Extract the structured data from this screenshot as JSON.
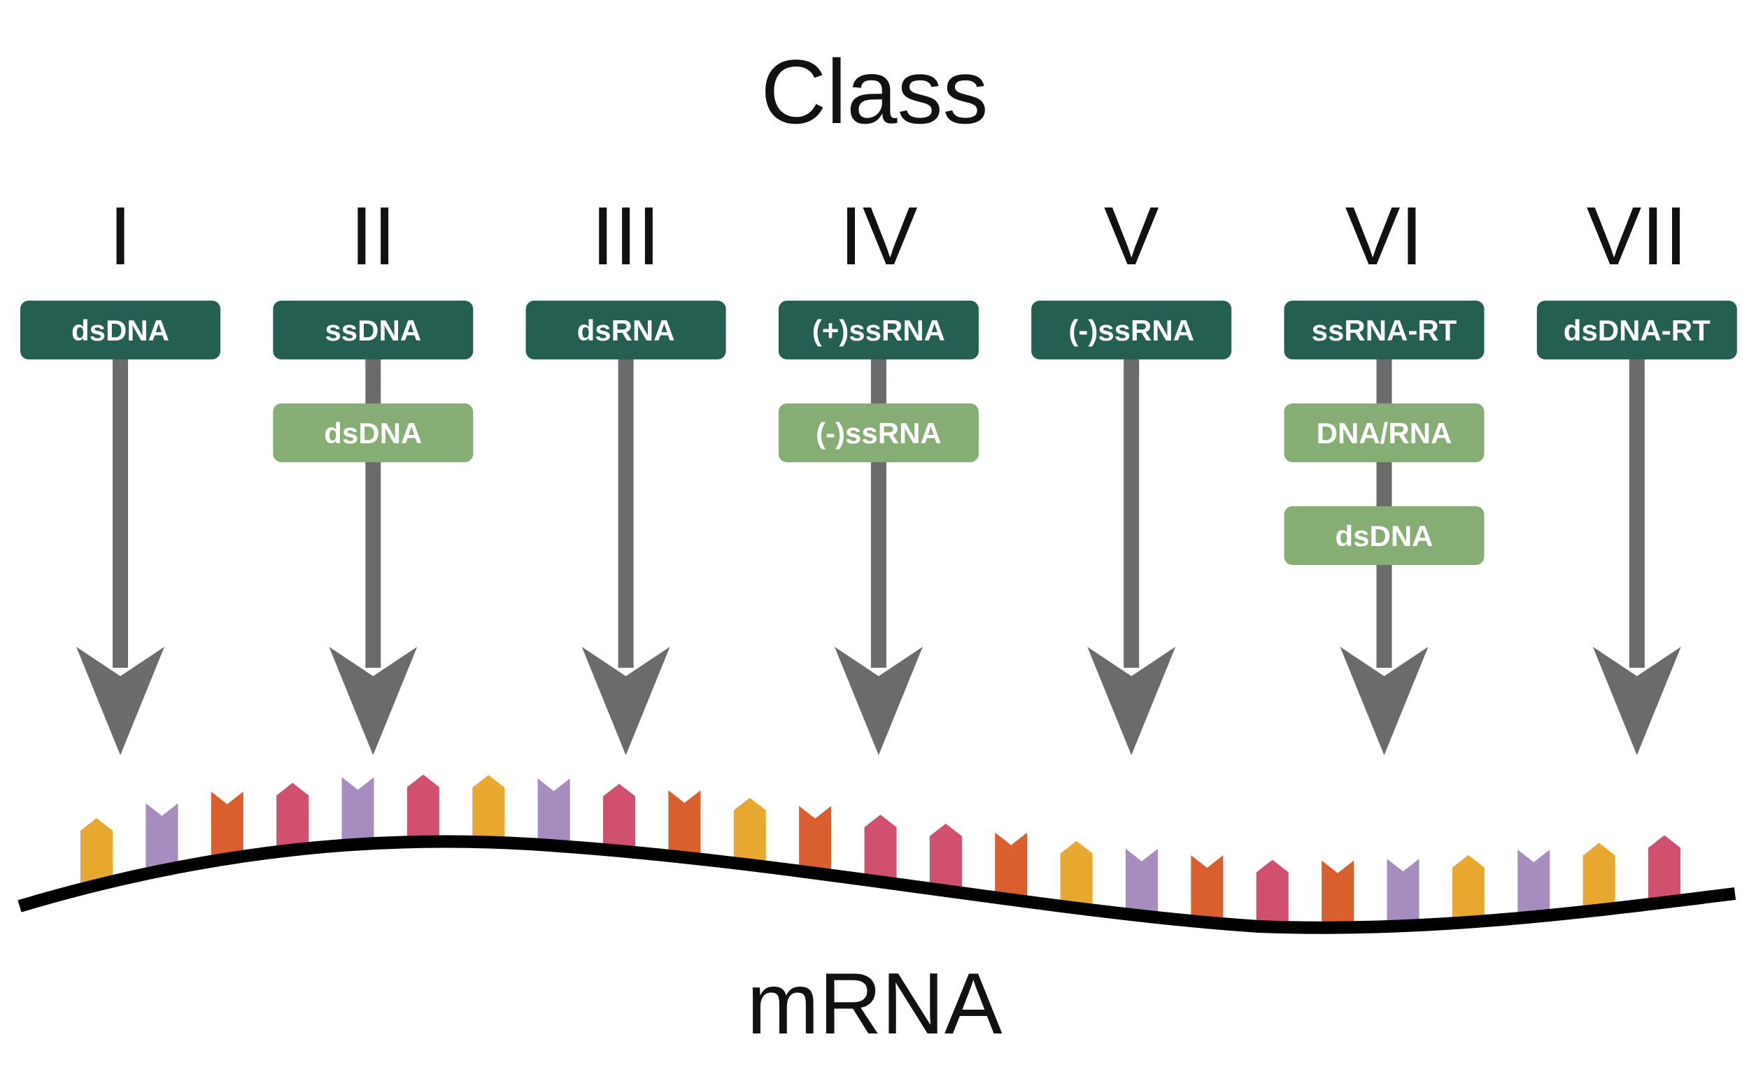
{
  "title": "Class",
  "bottom_label": "mRNA",
  "colors": {
    "arrow": "#6b6b6b",
    "primary_box": "#245f52",
    "intermediate_box": "#86ad74",
    "strand": "#000000",
    "background": "#ffffff"
  },
  "classes": [
    {
      "numeral": "I",
      "genome": "dsDNA",
      "intermediates": []
    },
    {
      "numeral": "II",
      "genome": "ssDNA",
      "intermediates": [
        "dsDNA"
      ]
    },
    {
      "numeral": "III",
      "genome": "dsRNA",
      "intermediates": []
    },
    {
      "numeral": "IV",
      "genome": "(+)ssRNA",
      "intermediates": [
        "(-)ssRNA"
      ]
    },
    {
      "numeral": "V",
      "genome": "(-)ssRNA",
      "intermediates": []
    },
    {
      "numeral": "VI",
      "genome": "ssRNA-RT",
      "intermediates": [
        "DNA/RNA",
        "dsDNA"
      ]
    },
    {
      "numeral": "VII",
      "genome": "dsDNA-RT",
      "intermediates": []
    }
  ],
  "nucleotide_colors": {
    "yellow": "#e8a830",
    "purple": "#a78cbf",
    "orange": "#d95f2e",
    "pink": "#d1506f"
  },
  "nucleotides": [
    {
      "color": "yellow",
      "shape": "point"
    },
    {
      "color": "purple",
      "shape": "notch"
    },
    {
      "color": "orange",
      "shape": "notch"
    },
    {
      "color": "pink",
      "shape": "point"
    },
    {
      "color": "purple",
      "shape": "notch"
    },
    {
      "color": "pink",
      "shape": "point"
    },
    {
      "color": "yellow",
      "shape": "point"
    },
    {
      "color": "purple",
      "shape": "notch"
    },
    {
      "color": "pink",
      "shape": "point"
    },
    {
      "color": "orange",
      "shape": "notch"
    },
    {
      "color": "yellow",
      "shape": "point"
    },
    {
      "color": "orange",
      "shape": "notch"
    },
    {
      "color": "pink",
      "shape": "point"
    },
    {
      "color": "pink",
      "shape": "point"
    },
    {
      "color": "orange",
      "shape": "notch"
    },
    {
      "color": "yellow",
      "shape": "point"
    },
    {
      "color": "purple",
      "shape": "notch"
    },
    {
      "color": "orange",
      "shape": "notch"
    },
    {
      "color": "pink",
      "shape": "point"
    },
    {
      "color": "orange",
      "shape": "notch"
    },
    {
      "color": "purple",
      "shape": "notch"
    },
    {
      "color": "yellow",
      "shape": "point"
    },
    {
      "color": "purple",
      "shape": "notch"
    },
    {
      "color": "yellow",
      "shape": "point"
    },
    {
      "color": "pink",
      "shape": "point"
    }
  ]
}
